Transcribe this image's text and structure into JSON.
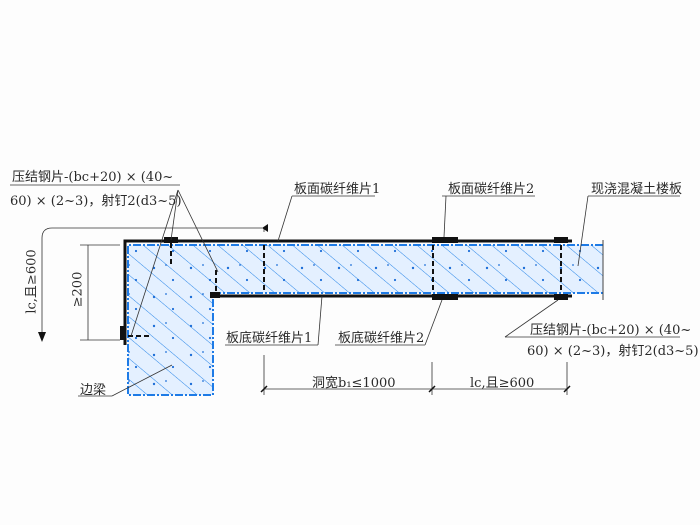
{
  "labels": {
    "plate_note_left_line1": "压结钢片-(bc+20) × (40~",
    "plate_note_left_line2": "60) × (2~3)，射钉2(d3~5)",
    "top_cf_1": "板面碳纤维片1",
    "top_cf_2": "板面碳纤维片2",
    "cast_slab": "现浇混凝土楼板",
    "bottom_cf_1": "板底碳纤维片1",
    "bottom_cf_2": "板底碳纤维片2",
    "plate_note_right_line1": "压结钢片-(bc+20) × (40~",
    "plate_note_right_line2": "60) × (2~3)，射钉2(d3~5)",
    "edge_beam": "边梁",
    "dim_opening": "洞宽b₁≤1000",
    "dim_anchor": "lc,且≥600",
    "dim_left_anchor": "lc,且≥600",
    "dim_height": "≥200"
  },
  "colors": {
    "concrete": "#1e7be6",
    "concrete_fill": "#dcecff",
    "line": "#111111"
  }
}
